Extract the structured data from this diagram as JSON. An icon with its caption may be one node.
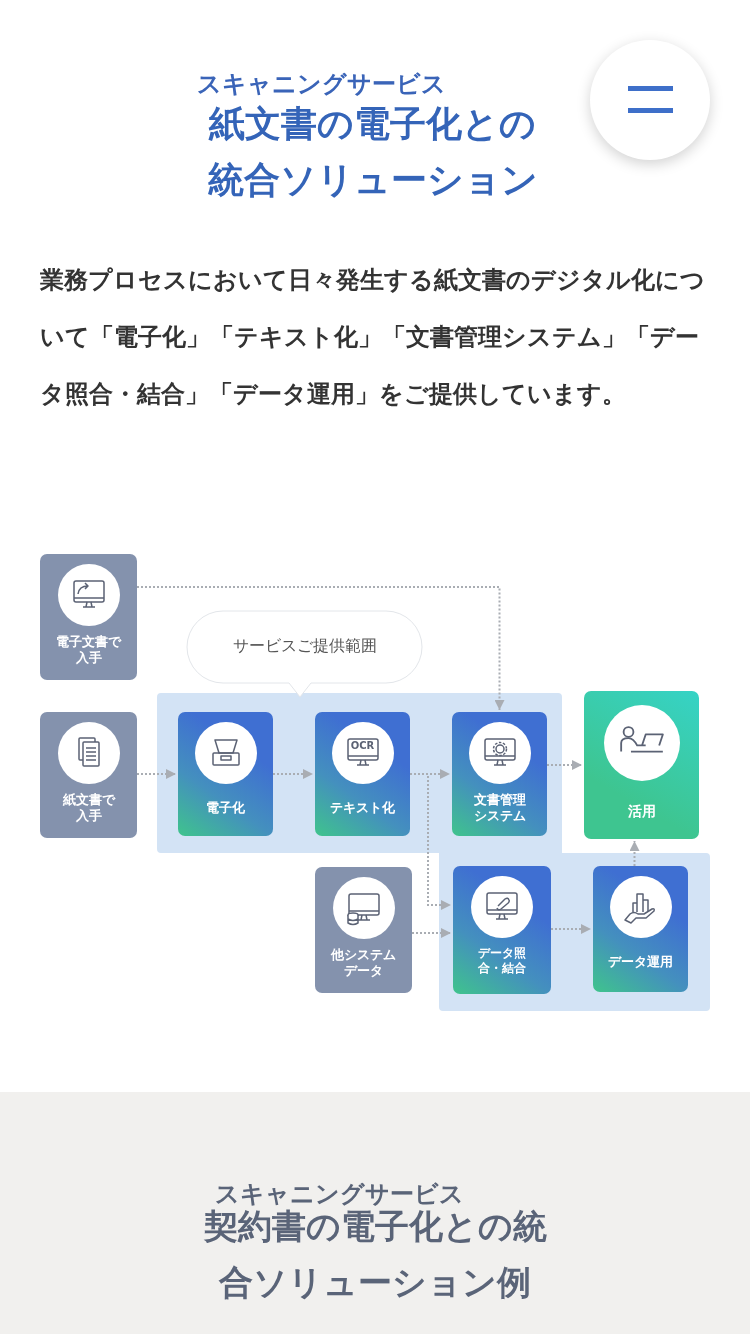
{
  "diagram": {
    "title": "紙文書の電子化との統合ソリューション",
    "nodes": [
      {
        "text": [
          "電子文書で入手"
        ]
      },
      {
        "text": [
          "サービスご提供範囲"
        ]
      },
      {
        "text": [
          "紙文書で入手"
        ]
      },
      {
        "text": [
          "電子化"
        ]
      },
      {
        "text": [
          "OCR",
          "テキスト化"
        ]
      },
      {
        "text": [
          "文書管理システム"
        ]
      },
      {
        "text": [
          "活用"
        ]
      },
      {
        "text": [
          "他システムデータ"
        ]
      },
      {
        "text": [
          "データ照合・結合"
        ]
      },
      {
        "text": [
          "データ運用"
        ]
      }
    ],
    "edges": [
      {
        "from": 0,
        "to": 5,
        "arrow": "to"
      },
      {
        "from": 2,
        "to": 3,
        "arrow": "to"
      },
      {
        "from": 3,
        "to": 4,
        "arrow": "to"
      },
      {
        "from": 4,
        "to": 5,
        "arrow": "to"
      },
      {
        "from": 4,
        "to": 8,
        "arrow": "to"
      },
      {
        "from": 5,
        "to": 6,
        "arrow": "to"
      },
      {
        "from": 7,
        "to": 8,
        "arrow": "to"
      },
      {
        "from": 8,
        "to": 9,
        "arrow": "to"
      },
      {
        "from": 9,
        "to": 6,
        "arrow": "to"
      }
    ],
    "labels": [
      "スキャニングサービス",
      "業務プロセスにおいて日々発生する紙文書のデジタル化について「電子化」「テキスト化」「文書管理システム」「データ照合・結合」「データ運用」をご提供しています。",
      "スキャニングサービス",
      "契約書の電子化との統合ソリューション例"
    ]
  }
}
